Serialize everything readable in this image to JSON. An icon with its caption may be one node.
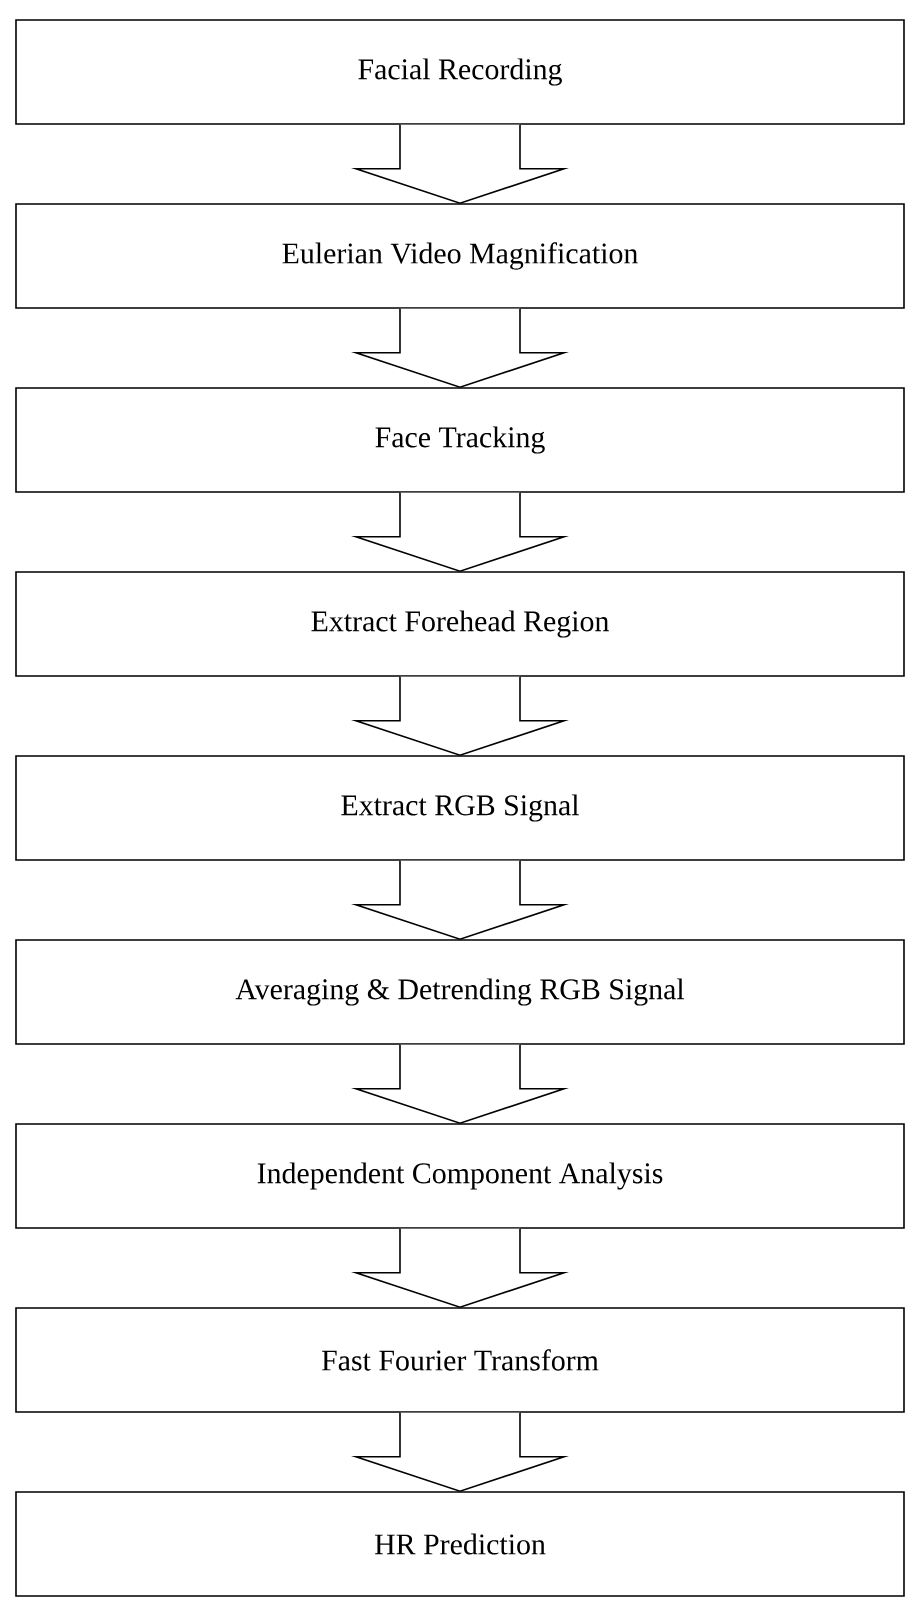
{
  "diagram": {
    "nodes": [
      {
        "text": [
          "Facial Recording"
        ]
      },
      {
        "text": [
          "Eulerian Video Magnification"
        ]
      },
      {
        "text": [
          "Face Tracking"
        ]
      },
      {
        "text": [
          "Extract Forehead Region"
        ]
      },
      {
        "text": [
          "Extract RGB Signal"
        ]
      },
      {
        "text": [
          "Averaging & Detrending RGB Signal"
        ]
      },
      {
        "text": [
          "Independent Component Analysis"
        ]
      },
      {
        "text": [
          "Fast Fourier Transform"
        ]
      },
      {
        "text": [
          "HR Prediction"
        ]
      }
    ],
    "edges": [
      {
        "from": 0,
        "to": 1,
        "arrow": "to"
      },
      {
        "from": 1,
        "to": 2,
        "arrow": "to"
      },
      {
        "from": 2,
        "to": 3,
        "arrow": "to"
      },
      {
        "from": 3,
        "to": 4,
        "arrow": "to"
      },
      {
        "from": 4,
        "to": 5,
        "arrow": "to"
      },
      {
        "from": 5,
        "to": 6,
        "arrow": "to"
      },
      {
        "from": 6,
        "to": 7,
        "arrow": "to"
      },
      {
        "from": 7,
        "to": 8,
        "arrow": "to"
      }
    ]
  }
}
